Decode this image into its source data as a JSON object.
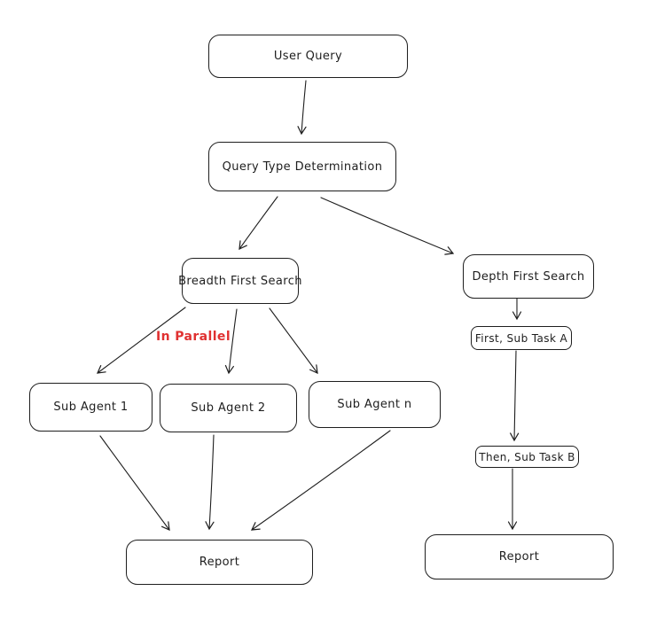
{
  "diagram": {
    "type": "flowchart",
    "background_color": "#ffffff",
    "stroke_color": "#1e1e1e",
    "nodes": {
      "user_query": {
        "label": "User Query"
      },
      "query_type_determination": {
        "label": "Query Type Determination"
      },
      "breadth_first_search": {
        "label": "Breadth First Search"
      },
      "depth_first_search": {
        "label": "Depth First Search"
      },
      "sub_agent_1": {
        "label": "Sub Agent 1"
      },
      "sub_agent_2": {
        "label": "Sub Agent 2"
      },
      "sub_agent_n": {
        "label": "Sub Agent n"
      },
      "first_sub_task_a": {
        "label": "First, Sub Task A"
      },
      "then_sub_task_b": {
        "label": "Then, Sub Task B"
      },
      "report_left": {
        "label": "Report"
      },
      "report_right": {
        "label": "Report"
      }
    },
    "annotations": {
      "in_parallel": {
        "label": "In Parallel",
        "color": "#e03131"
      }
    },
    "edges": [
      {
        "from": "User Query",
        "to": "Query Type Determination"
      },
      {
        "from": "Query Type Determination",
        "to": "Breadth First Search"
      },
      {
        "from": "Query Type Determination",
        "to": "Depth First Search"
      },
      {
        "from": "Breadth First Search",
        "to": "Sub Agent 1"
      },
      {
        "from": "Breadth First Search",
        "to": "Sub Agent 2"
      },
      {
        "from": "Breadth First Search",
        "to": "Sub Agent n"
      },
      {
        "from": "Sub Agent 1",
        "to": "Report"
      },
      {
        "from": "Sub Agent 2",
        "to": "Report"
      },
      {
        "from": "Sub Agent n",
        "to": "Report"
      },
      {
        "from": "Depth First Search",
        "to": "First, Sub Task A"
      },
      {
        "from": "First, Sub Task A",
        "to": "Then, Sub Task B"
      },
      {
        "from": "Then, Sub Task B",
        "to": "Report"
      }
    ]
  }
}
